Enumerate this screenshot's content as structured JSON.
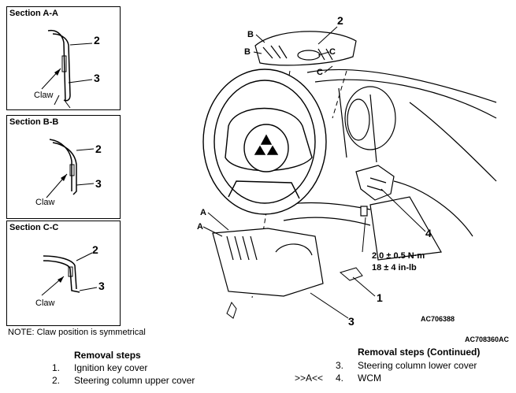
{
  "sections": [
    {
      "title": "Section A-A",
      "claw": "Claw",
      "num_a": "2",
      "num_b": "3"
    },
    {
      "title": "Section B-B",
      "claw": "Claw",
      "num_a": "2",
      "num_b": "3"
    },
    {
      "title": "Section C-C",
      "claw": "Claw",
      "num_a": "2",
      "num_b": "3"
    }
  ],
  "note": "NOTE: Claw position is symmetrical",
  "diagram": {
    "callouts": {
      "c1": "1",
      "c2": "2",
      "c3": "3",
      "c4": "4"
    },
    "arrows": {
      "b1": "B",
      "b2": "B",
      "c1": "C",
      "c2": "C",
      "a1": "A",
      "a2": "A"
    },
    "torque_line1": "2.0 ± 0.5 N·m",
    "torque_line2": "18 ± 4 in-lb",
    "code_inner": "AC706388",
    "code_outer": "AC708360AC"
  },
  "removal_steps": {
    "title": "Removal steps",
    "items": [
      {
        "num": "1.",
        "label": "Ignition key cover"
      },
      {
        "num": "2.",
        "label": "Steering column upper cover"
      }
    ]
  },
  "removal_steps_continued": {
    "title": "Removal steps (Continued)",
    "items": [
      {
        "num": "3.",
        "prefix": "",
        "label": "Steering column lower cover"
      },
      {
        "num": "4.",
        "prefix": ">>A<<",
        "label": "WCM"
      }
    ]
  }
}
